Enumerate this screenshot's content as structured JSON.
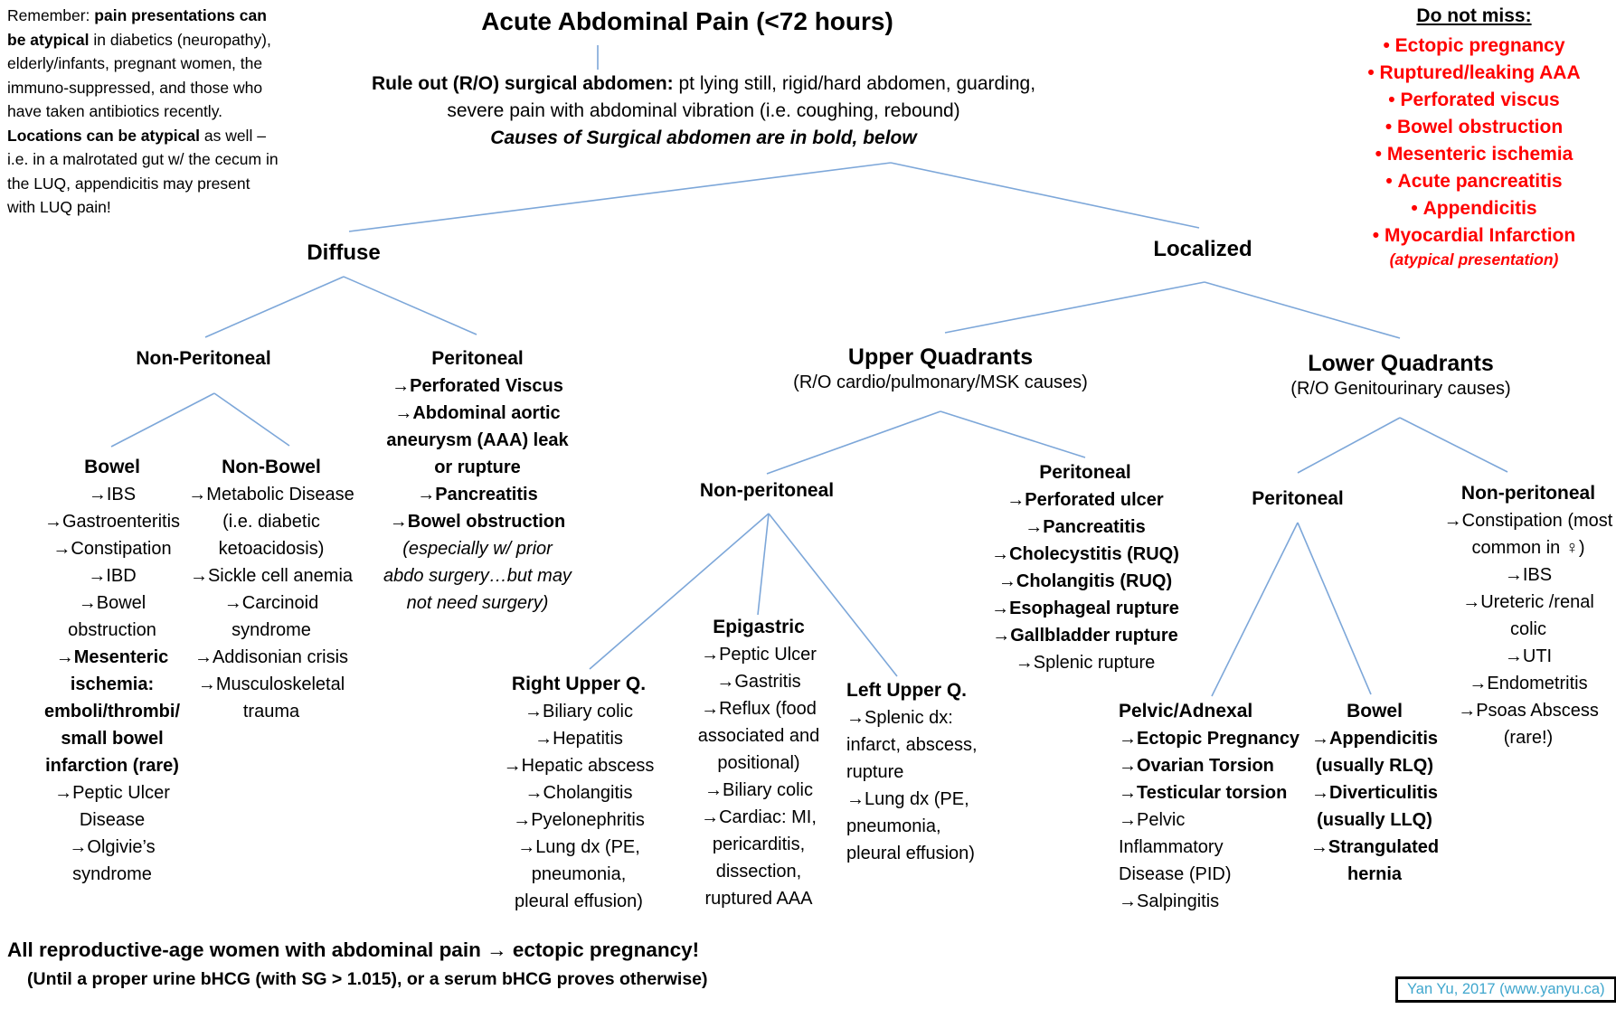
{
  "colors": {
    "line": "#7da7d9",
    "alert": "#ff0000",
    "attribution_text": "#3fa6cd"
  },
  "note_top_left": {
    "spans": [
      {
        "t": "Remember: "
      },
      {
        "t": "pain presentations can be atypical",
        "b": true
      },
      {
        "t": " in diabetics (neuropathy), elderly/infants, pregnant women, the immuno-suppressed,  and those who have taken antibiotics recently. "
      },
      {
        "t": "Locations can be atypical",
        "b": true
      },
      {
        "t": " as well – i.e. in a malrotated gut w/ the cecum in the LUQ, appendicitis may present with LUQ pain!"
      }
    ]
  },
  "title": "Acute Abdominal Pain (<72 hours)",
  "ruleout": {
    "l1_bold": "Rule out (R/O) surgical abdomen:",
    "l1_rest": " pt lying still, rigid/hard abdomen, guarding,",
    "l2": "severe pain with abdominal vibration (i.e. coughing, rebound)",
    "l3": "Causes of Surgical abdomen are in bold, below"
  },
  "do_not_miss": {
    "heading": "Do not miss:",
    "items": [
      {
        "t": "Ectopic pregnancy"
      },
      {
        "t": "Ruptured/leaking AAA"
      },
      {
        "t": "Perforated viscus"
      },
      {
        "t": "Bowel obstruction"
      },
      {
        "t": "Mesenteric ischemia"
      },
      {
        "t": "Acute pancreatitis"
      },
      {
        "t": "Appendicitis"
      },
      {
        "t": "Myocardial Infarction"
      }
    ],
    "footnote": "(atypical presentation)"
  },
  "tree": {
    "diffuse": "Diffuse",
    "localized": "Localized",
    "non_peritoneal_diffuse": "Non-Peritoneal",
    "peritoneal_diffuse": {
      "header": "Peritoneal",
      "lines": [
        {
          "t": "→Perforated Viscus",
          "b": true
        },
        {
          "t": "→Abdominal aortic",
          "b": true
        },
        {
          "t": "aneurysm (AAA) leak",
          "b": true
        },
        {
          "t": "or rupture",
          "b": true
        },
        {
          "t": "→Pancreatitis",
          "b": true
        },
        {
          "t": "→Bowel obstruction",
          "b": true
        },
        {
          "t": "(especially w/ prior",
          "i": true
        },
        {
          "t": "abdo surgery…but may",
          "i": true
        },
        {
          "t": "not need surgery)",
          "i": true
        }
      ]
    },
    "bowel": {
      "header": "Bowel",
      "lines": [
        {
          "t": "→IBS"
        },
        {
          "t": "→Gastroenteritis"
        },
        {
          "t": "→Constipation"
        },
        {
          "t": "→IBD"
        },
        {
          "t": "→Bowel"
        },
        {
          "t": "obstruction"
        },
        {
          "t": "→Mesenteric",
          "b": true
        },
        {
          "t": "ischemia:",
          "b": true
        },
        {
          "t": "emboli/thrombi/",
          "b": true
        },
        {
          "t": "small bowel",
          "b": true
        },
        {
          "t": "infarction (rare)",
          "b": true
        },
        {
          "t": "→Peptic Ulcer"
        },
        {
          "t": "Disease"
        },
        {
          "t": "→Olgivie’s"
        },
        {
          "t": "syndrome"
        }
      ]
    },
    "non_bowel": {
      "header": "Non-Bowel",
      "lines": [
        {
          "t": "→Metabolic Disease"
        },
        {
          "t": "(i.e. diabetic"
        },
        {
          "t": "ketoacidosis)"
        },
        {
          "t": "→Sickle cell anemia"
        },
        {
          "t": "→Carcinoid"
        },
        {
          "t": "syndrome"
        },
        {
          "t": "→Addisonian crisis"
        },
        {
          "t": "→Musculoskeletal"
        },
        {
          "t": "trauma"
        }
      ]
    },
    "upper_quadrants": {
      "header": "Upper Quadrants",
      "sub": "(R/O cardio/pulmonary/MSK causes)"
    },
    "non_peritoneal_upper": "Non-peritoneal",
    "ruq": {
      "header": "Right Upper Q.",
      "lines": [
        {
          "t": "→Biliary colic"
        },
        {
          "t": "→Hepatitis"
        },
        {
          "t": "→Hepatic abscess"
        },
        {
          "t": "→Cholangitis"
        },
        {
          "t": "→Pyelonephritis"
        },
        {
          "t": "→Lung dx (PE,"
        },
        {
          "t": "pneumonia,"
        },
        {
          "t": "pleural effusion)"
        }
      ]
    },
    "epigastric": {
      "header": "Epigastric",
      "lines": [
        {
          "t": "→Peptic Ulcer"
        },
        {
          "t": "→Gastritis"
        },
        {
          "t": "→Reflux (food"
        },
        {
          "t": "associated and"
        },
        {
          "t": "positional)"
        },
        {
          "t": "→Biliary colic"
        },
        {
          "t": "→Cardiac: MI,"
        },
        {
          "t": "pericarditis,"
        },
        {
          "t": "dissection,"
        },
        {
          "t": "ruptured AAA"
        }
      ]
    },
    "luq": {
      "header": "Left Upper Q.",
      "lines": [
        {
          "t": "→Splenic dx:"
        },
        {
          "t": "infarct, abscess,"
        },
        {
          "t": "rupture"
        },
        {
          "t": "→Lung dx (PE,"
        },
        {
          "t": "pneumonia,"
        },
        {
          "t": "pleural effusion)"
        }
      ]
    },
    "peritoneal_upper": {
      "header": "Peritoneal",
      "lines": [
        {
          "t": "→Perforated ulcer",
          "b": true
        },
        {
          "t": "→Pancreatitis",
          "b": true
        },
        {
          "t": "→Cholecystitis (RUQ)",
          "b": true
        },
        {
          "t": "→Cholangitis (RUQ)",
          "b": true
        },
        {
          "t": "→Esophageal rupture",
          "b": true
        },
        {
          "t": "→Gallbladder rupture",
          "b": true
        },
        {
          "t": "→Splenic rupture"
        }
      ]
    },
    "lower_quadrants": {
      "header": "Lower Quadrants",
      "sub": "(R/O Genitourinary causes)"
    },
    "peritoneal_lower": "Peritoneal",
    "non_peritoneal_lower": {
      "header": "Non-peritoneal",
      "lines": [
        {
          "t": "→Constipation (most"
        },
        {
          "t": "common in ♀)"
        },
        {
          "t": "→IBS"
        },
        {
          "t": "→Ureteric /renal"
        },
        {
          "t": "colic"
        },
        {
          "t": "→UTI"
        },
        {
          "t": "→Endometritis"
        },
        {
          "t": "→Psoas Abscess"
        },
        {
          "t": "(rare!)"
        }
      ]
    },
    "pelvic_adnexal": {
      "header": "Pelvic/Adnexal",
      "lines": [
        {
          "t": "→Ectopic Pregnancy",
          "b": true
        },
        {
          "t": "→Ovarian Torsion",
          "b": true
        },
        {
          "t": "→Testicular torsion",
          "b": true
        },
        {
          "t": "→Pelvic"
        },
        {
          "t": "Inflammatory"
        },
        {
          "t": "Disease (PID)"
        },
        {
          "t": "→Salpingitis"
        }
      ]
    },
    "bowel_lower": {
      "header": "Bowel",
      "lines": [
        {
          "t": "→Appendicitis",
          "b": true
        },
        {
          "t": "(usually RLQ)",
          "b": true
        },
        {
          "t": "→Diverticulitis",
          "b": true
        },
        {
          "t": "(usually LLQ)",
          "b": true
        },
        {
          "t": "→Strangulated",
          "b": true
        },
        {
          "t": "hernia",
          "b": true
        }
      ]
    }
  },
  "bottom_note": {
    "line1": "All reproductive-age women with abdominal pain → ectopic pregnancy!",
    "line2": "(Until a proper urine bHCG (with SG > 1.015), or a serum bHCG proves otherwise)"
  },
  "attribution": "Yan Yu, 2017 (www.yanyu.ca)"
}
